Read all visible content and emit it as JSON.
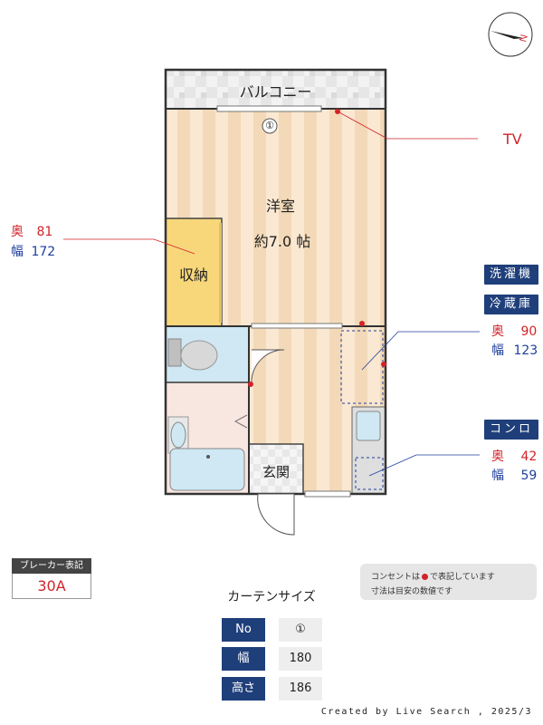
{
  "rooms": {
    "balcony": "バルコニー",
    "western_room": "洋室",
    "room_size": "約7.0 帖",
    "closet": "収納",
    "entrance": "玄関"
  },
  "window_marker": "①",
  "compass_label": "N",
  "tv_label": "TV",
  "closet_dims": {
    "depth_label": "奥",
    "depth_value": "81",
    "width_label": "幅",
    "width_value": "172"
  },
  "washer": {
    "tag1": "洗濯機",
    "tag2": "冷蔵庫",
    "depth_label": "奥",
    "depth_value": "90",
    "width_label": "幅",
    "width_value": "123"
  },
  "stove": {
    "tag": "コンロ",
    "depth_label": "奥",
    "depth_value": "42",
    "width_label": "幅",
    "width_value": "59"
  },
  "breaker": {
    "title": "ブレーカー表記",
    "value": "30A"
  },
  "note": {
    "line1_prefix": "コンセントは",
    "line1_suffix": "で表記しています",
    "line2": "寸法は目安の数値です"
  },
  "curtain": {
    "title": "カーテンサイズ",
    "rows": [
      {
        "label": "No",
        "value": "①"
      },
      {
        "label": "幅",
        "value": "180"
      },
      {
        "label": "高さ",
        "value": "186"
      }
    ]
  },
  "footer": "Created by Live Search , 2025/3",
  "colors": {
    "navy": "#1f3f7a",
    "red": "#d2232a",
    "blue": "#1f3f9a",
    "floor_stripe_a": "#f3d9b8",
    "floor_stripe_b": "#fae8d2",
    "closet": "#f7d77a",
    "bath": "#cfe8f3"
  }
}
